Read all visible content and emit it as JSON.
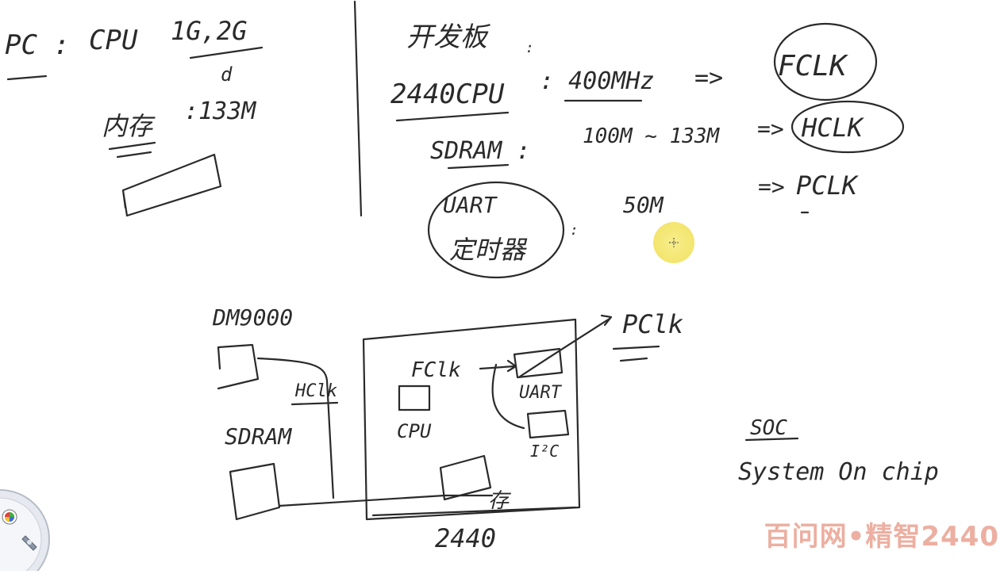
{
  "notes": {
    "left_panel": {
      "pc_label": "PC :",
      "cpu_label": "CPU",
      "cpu_freq": "1G,2G",
      "cpu_freq_sub": "d",
      "memory_label": "内存",
      "memory_freq": ":133M"
    },
    "right_panel": {
      "dev_board_label": "开发板",
      "cpu_row_label": "2440CPU",
      "cpu_row_freq": ": 400MHz",
      "cpu_clock": "FCLK",
      "sdram_label": "SDRAM :",
      "sdram_freq": "100M ~ 133M",
      "sdram_clock": "HCLK",
      "uart_label": "UART",
      "timer_label": "定时器",
      "uart_freq": "50M",
      "uart_clock": "PCLK",
      "arrow": "=>"
    },
    "diagram": {
      "dm9000_label": "DM9000",
      "hclk_label": "HClk",
      "sdram_label": "SDRAM",
      "fclk_label": "FClk",
      "cpu_label": "CPU",
      "uart_label": "UART",
      "i2c_label": "I²C",
      "mem_label": "存",
      "chip_label": "2440",
      "pclk_label": "PClk"
    },
    "soc": {
      "title": "SOC",
      "subtitle": "System On chip"
    }
  },
  "watermark": "百问网•精智2440",
  "colors": {
    "ink": "#2a2a2a",
    "watermark": "#e9a291",
    "cursor_highlight": "#f2e25a"
  },
  "icons": [
    "cursor-highlight",
    "color-wheel-icon",
    "pen-tool-icon"
  ]
}
